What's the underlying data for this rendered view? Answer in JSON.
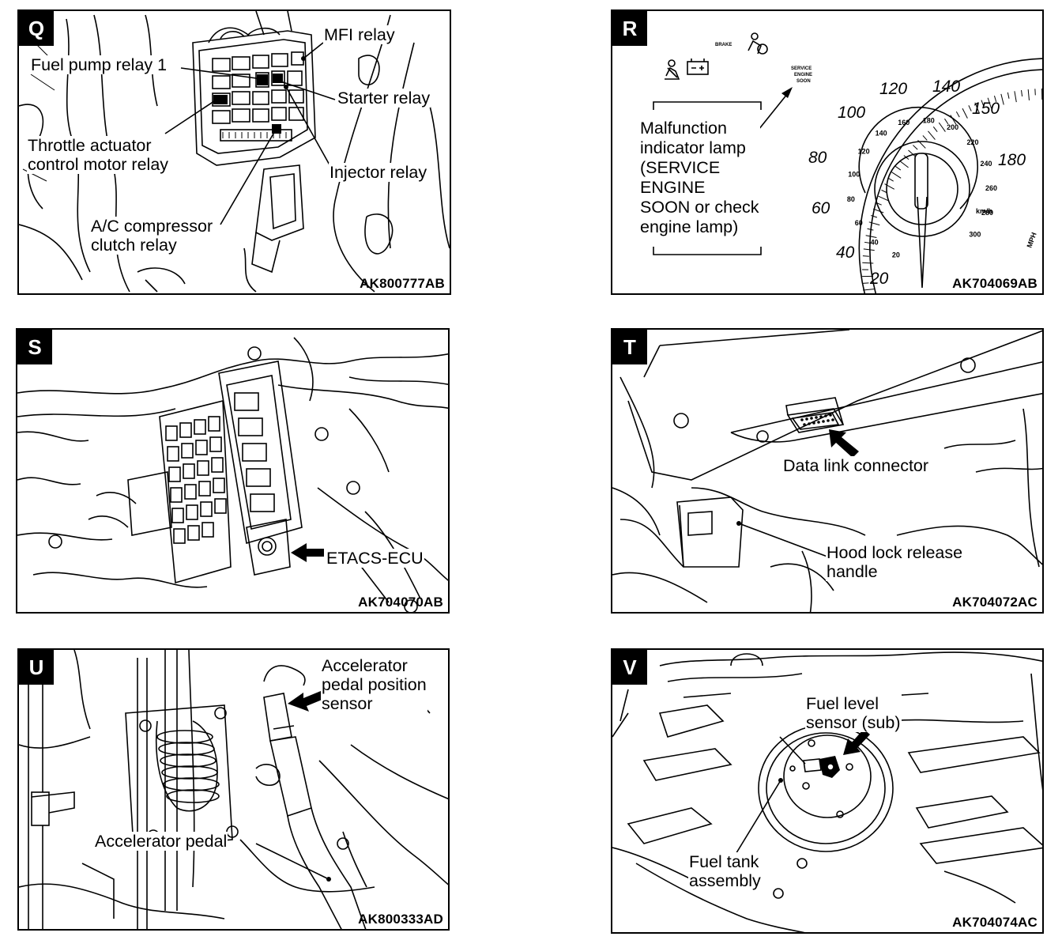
{
  "panels": {
    "q": {
      "letter": "Q",
      "code": "AK800777AB",
      "labels": {
        "mfi_relay": "MFI relay",
        "fuel_pump_relay_1": "Fuel pump relay 1",
        "starter_relay": "Starter relay",
        "throttle_actuator_relay": "Throttle actuator\ncontrol motor relay",
        "injector_relay": "Injector relay",
        "ac_compressor_relay": "A/C compressor\nclutch relay"
      }
    },
    "r": {
      "letter": "R",
      "code": "AK704069AB",
      "labels": {
        "mil": "Malfunction\nindicator lamp\n(SERVICE\nENGINE\nSOON or check\nengine lamp)"
      },
      "speedo_outer": [
        "20",
        "40",
        "60",
        "80",
        "100",
        "120",
        "140",
        "150",
        "180"
      ],
      "speedo_inner": [
        "20",
        "40",
        "60",
        "80",
        "100",
        "120",
        "140",
        "160",
        "180",
        "200",
        "220",
        "240",
        "260",
        "280",
        "300"
      ],
      "unit_kmh": "km/h",
      "unit_mph": "MPH",
      "brake_text": "BRAKE",
      "service_text": [
        "SERVICE",
        "ENGINE",
        "SOON"
      ]
    },
    "s": {
      "letter": "S",
      "code": "AK704070AB",
      "labels": {
        "etacs_ecu": "ETACS-ECU"
      }
    },
    "t": {
      "letter": "T",
      "code": "AK704072AC",
      "labels": {
        "data_link_connector": "Data link connector",
        "hood_lock_release": "Hood lock release\nhandle"
      }
    },
    "u": {
      "letter": "U",
      "code": "AK800333AD",
      "labels": {
        "accelerator_pedal_position_sensor": "Accelerator\npedal position\nsensor",
        "accelerator_pedal": "Accelerator pedal"
      }
    },
    "v": {
      "letter": "V",
      "code": "AK704074AC",
      "labels": {
        "fuel_level_sensor_sub": "Fuel level\nsensor (sub)",
        "fuel_tank_assembly": "Fuel tank\nassembly"
      }
    }
  }
}
